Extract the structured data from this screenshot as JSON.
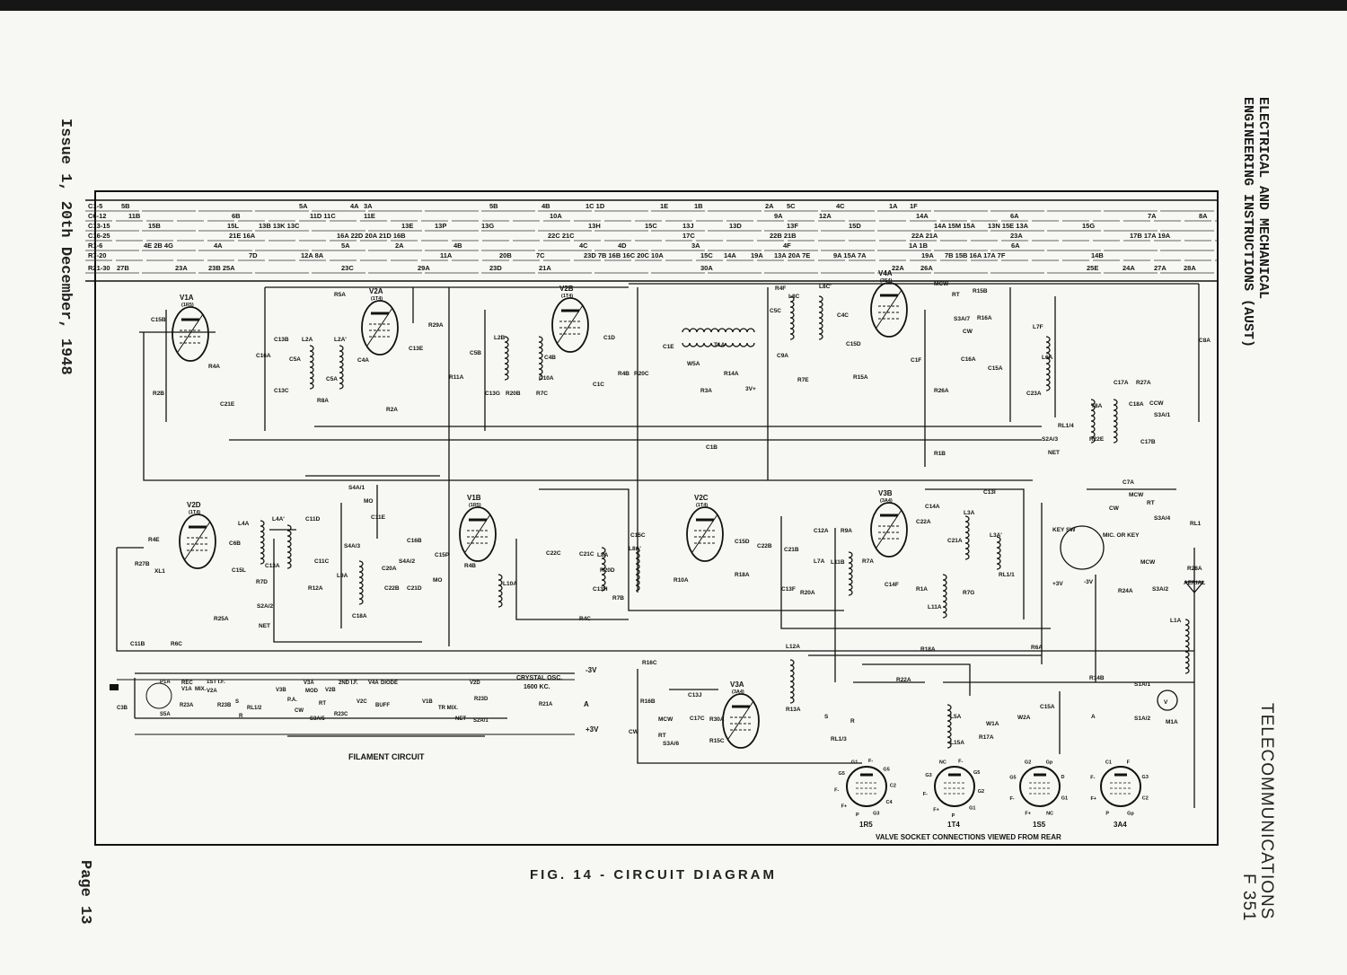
{
  "header": {
    "line1": "ELECTRICAL AND MECHANICAL",
    "line2": "ENGINEERING INSTRUCTIONS (AUST)"
  },
  "issue": "Issue 1, 20th December, 1948",
  "page": "Page 13",
  "telecom": {
    "line1": "TELECOMMUNICATIONS",
    "line2": "F 351"
  },
  "figure_caption": "FIG. 14  -  CIRCUIT DIAGRAM",
  "reference_table": [
    {
      "label": "C1-5",
      "items": [
        "5B",
        "5A",
        "4A",
        "3A",
        "5B",
        "4B",
        "1C 1D",
        "1E",
        "1B",
        "2A",
        "5C",
        "4C",
        "1A",
        "1F"
      ]
    },
    {
      "label": "C6-12",
      "items": [
        "11B",
        "6B",
        "11D 11C",
        "11E",
        "10A",
        "9A",
        "12A",
        "14A",
        "6A",
        "7A",
        "8A"
      ]
    },
    {
      "label": "C13-15",
      "items": [
        "15B",
        "15L",
        "13B 13K 13C",
        "13E",
        "13P",
        "13G",
        "13H",
        "15C",
        "13J",
        "13D",
        "13F",
        "15D",
        "14A 15M 15A",
        "13N 15E 13A",
        "15G"
      ]
    },
    {
      "label": "C16-25",
      "items": [
        "21E 16A",
        "16A 22D 20A 21D 16B",
        "22C 21C",
        "17C",
        "22B 21B",
        "22A 21A",
        "23A",
        "17B 17A 19A"
      ]
    },
    {
      "label": "R1-6",
      "items": [
        "4E 2B 4G",
        "4A",
        "5A",
        "2A",
        "4B",
        "4C",
        "4D",
        "3A",
        "4F",
        "1A 1B",
        "6A"
      ]
    },
    {
      "label": "R7-20",
      "items": [
        "7D",
        "12A 8A",
        "11A",
        "20B",
        "7C",
        "23D 7B 16B 16C 20C 10A",
        "15C",
        "14A",
        "19A",
        "13A 20A 7E",
        "9A 15A 7A",
        "19A",
        "7B 15B 16A 17A 7F",
        "14B"
      ]
    },
    {
      "label": "R21-30",
      "items": [
        "27B",
        "23A",
        "23B 25A",
        "23C",
        "29A",
        "23D",
        "21A",
        "30A",
        "22A",
        "26A",
        "25E",
        "24A",
        "27A",
        "28A"
      ]
    }
  ],
  "valves": [
    {
      "ref": "V1A",
      "type": "(1R5)"
    },
    {
      "ref": "V2A",
      "type": "(1T4)"
    },
    {
      "ref": "V2B",
      "type": "(1T4)"
    },
    {
      "ref": "V4A",
      "type": "(3S4)"
    },
    {
      "ref": "V2D",
      "type": "(1T4)"
    },
    {
      "ref": "V1B",
      "type": "(1R5)"
    },
    {
      "ref": "V2C",
      "type": "(1T4)"
    },
    {
      "ref": "V3B",
      "type": "(3A4)"
    },
    {
      "ref": "V3A",
      "type": "(3A4)"
    }
  ],
  "component_labels": [
    "C15B",
    "R4A",
    "R2B",
    "C21E",
    "C16A",
    "C13B",
    "R5A",
    "R29A",
    "C13E",
    "C5A",
    "L2A",
    "L2A'",
    "C4A",
    "C5A",
    "C13C",
    "R8A",
    "R2A",
    "R11A",
    "C5B",
    "L2B",
    "C13G",
    "R20B",
    "R7C",
    "C10A",
    "C4B",
    "C1D",
    "C1C",
    "R4B",
    "R20C",
    "C1E",
    "T1A",
    "W5A",
    "R14A",
    "R3A",
    "3V+",
    "C5C",
    "R4F",
    "L8C",
    "L8C'",
    "C4C",
    "C9A",
    "R7E",
    "C1B",
    "C15D",
    "C1F",
    "R15A",
    "R26A",
    "R1B",
    "MCW",
    "RT",
    "R15B",
    "S3A/7",
    "R16A",
    "CW",
    "C16A",
    "C15A",
    "L6A",
    "L7F",
    "C23A",
    "C8A",
    "C17A",
    "R27A",
    "C18A",
    "T8A",
    "RL1/4",
    "S2A/3",
    "NET",
    "R22E",
    "C17B",
    "S3A/1",
    "CCW",
    "R4E",
    "R27B",
    "XL1",
    "C6B",
    "L4A",
    "L4A'",
    "C15L",
    "C13A",
    "R7D",
    "S2A/2",
    "R25A",
    "NET",
    "R12A",
    "C11D",
    "C11C",
    "S4A/1",
    "MO",
    "C11E",
    "S4A/3",
    "L9A",
    "C20A",
    "C22B",
    "C21D",
    "C16B",
    "C15P",
    "S4A/2",
    "MO",
    "C18A",
    "R4B",
    "L10A",
    "C22C",
    "C21C",
    "L8A",
    "L8A'",
    "R20D",
    "C13H",
    "R7B",
    "C15C",
    "C15D",
    "R10A",
    "R18A",
    "C22B",
    "C21B",
    "C12A",
    "R9A",
    "C13F",
    "R20A",
    "L7A",
    "L11B",
    "R7A",
    "C14A",
    "C22A",
    "C21A",
    "L3A",
    "L3A'",
    "C14F",
    "R1A",
    "L11A",
    "R7G",
    "RL1/1",
    "C13I",
    "KEY SW",
    "MIC. OR KEY",
    "C7A",
    "MCW",
    "RT",
    "CW",
    "S3A/4",
    "RL1",
    "R28A",
    "AERIAL",
    "R24A",
    "S3A/2",
    "MCW",
    "+3V",
    "-3V",
    "L1A",
    "R18A",
    "R6A",
    "R22A",
    "R14B",
    "S1A/1",
    "S1A/2",
    "M1A",
    "A",
    "L5A",
    "W1A",
    "W2A",
    "C15A",
    "R17A",
    "L15A",
    "R16C",
    "R16B",
    "C13J",
    "C17C",
    "R30A",
    "R15C",
    "CW",
    "MCW",
    "RT",
    "S3A/6",
    "L12A",
    "R13A",
    "RL1/3",
    "S",
    "R",
    "C11B",
    "R4C",
    "R6C",
    "V"
  ],
  "filament": {
    "title": "FILAMENT CIRCUIT",
    "labels": [
      "C3B",
      "P1A",
      "S5A",
      "REC",
      "V1A",
      "MIX.",
      "1ST I.F.",
      "V2A",
      "R23A",
      "R23B",
      "S",
      "RL1/2",
      "R",
      "V3B",
      "P.A.",
      "V3A",
      "MOD",
      "CW",
      "RT",
      "S3A/5",
      "V2B",
      "2ND I.F.",
      "R23C",
      "V4A",
      "DIODE",
      "V2C",
      "BUFF",
      "V1B",
      "TR MIX.",
      "V2D",
      "R23D",
      "NET",
      "S2A/1",
      "R21A"
    ],
    "crystal": "CRYSTAL OSC.",
    "freq": "1600 KC.",
    "minus3v": "-3V",
    "a": "A",
    "plus3v": "+3V"
  },
  "sockets": {
    "caption": "VALVE SOCKET CONNECTIONS VIEWED FROM REAR",
    "items": [
      {
        "type": "1R5",
        "pins": [
          "G1",
          "F-",
          "G5",
          "C2",
          "C4",
          "G3",
          "P",
          "F+",
          "F-",
          "G5"
        ]
      },
      {
        "type": "1T4",
        "pins": [
          "NC",
          "F-",
          "G5",
          "G2",
          "G1",
          "P",
          "F+",
          "F-",
          "G3"
        ]
      },
      {
        "type": "1S5",
        "pins": [
          "G2",
          "Gp",
          "D",
          "G1",
          "NC",
          "F+",
          "F-",
          "G5"
        ]
      },
      {
        "type": "3A4",
        "pins": [
          "C1",
          "F",
          "G3",
          "C2",
          "Gp",
          "P",
          "F+",
          "F-"
        ]
      }
    ]
  }
}
